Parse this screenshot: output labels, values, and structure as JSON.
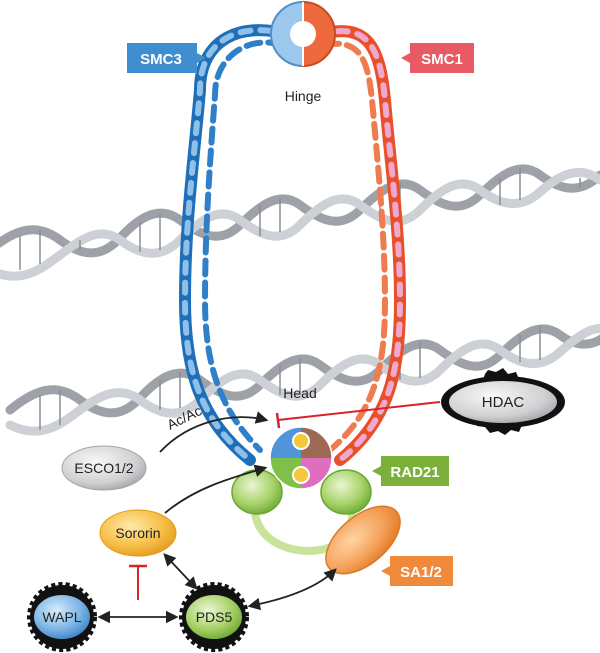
{
  "labels": {
    "smc3": "SMC3",
    "smc1": "SMC1",
    "hinge": "Hinge",
    "head": "Head",
    "hdac": "HDAC",
    "acac": "Ac/Ac",
    "esco": "ESCO1/2",
    "rad21": "RAD21",
    "sororin": "Sororin",
    "sa": "SA1/2",
    "wapl": "WAPL",
    "pds5": "PDS5"
  },
  "colors": {
    "smc3_dark": "#1f6fb8",
    "smc3_light": "#8fc0ea",
    "smc1_dark": "#e8502a",
    "smc1_light": "#f0a8cf",
    "tag_smc3": "#3f8ed0",
    "tag_smc1": "#e85b64",
    "tag_rad21": "#7bb03a",
    "tag_sa": "#f08a3a",
    "inhibit": "#d8232a",
    "arrow": "#222222",
    "dna": "#a9adb3",
    "green": "#7fc03f",
    "green_light": "#cfe7a5"
  }
}
